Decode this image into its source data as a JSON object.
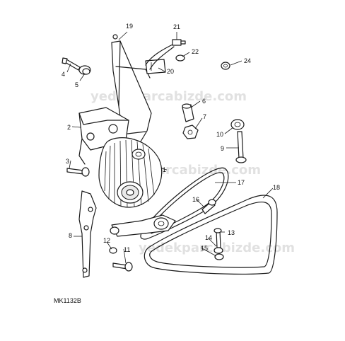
{
  "diagram": {
    "code": "MK1132B",
    "watermark": "yedekparcabizde.com",
    "callouts": [
      "1",
      "2",
      "3",
      "4",
      "5",
      "6",
      "7",
      "8",
      "9",
      "10",
      "11",
      "12",
      "13",
      "14",
      "15",
      "16",
      "17",
      "18",
      "19",
      "20",
      "21",
      "22",
      "24"
    ]
  }
}
